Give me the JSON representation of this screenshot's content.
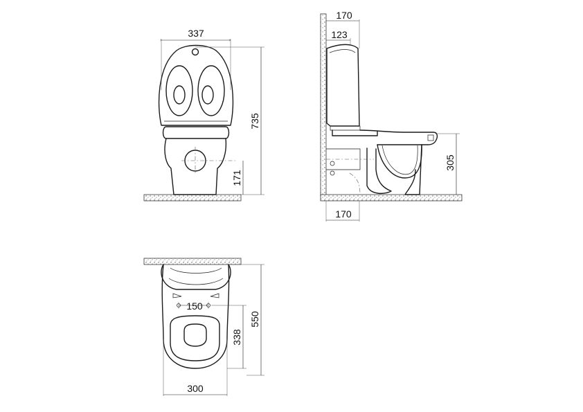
{
  "dimensions": {
    "front_width": "337",
    "front_height": "735",
    "front_drain_height": "171",
    "side_tank_depth": "170",
    "side_tank_inner": "123",
    "side_bowl_height": "305",
    "side_outlet_offset": "170",
    "top_bolt_spacing": "150",
    "top_seat_depth": "338",
    "top_total_depth": "550",
    "top_width": "300"
  }
}
